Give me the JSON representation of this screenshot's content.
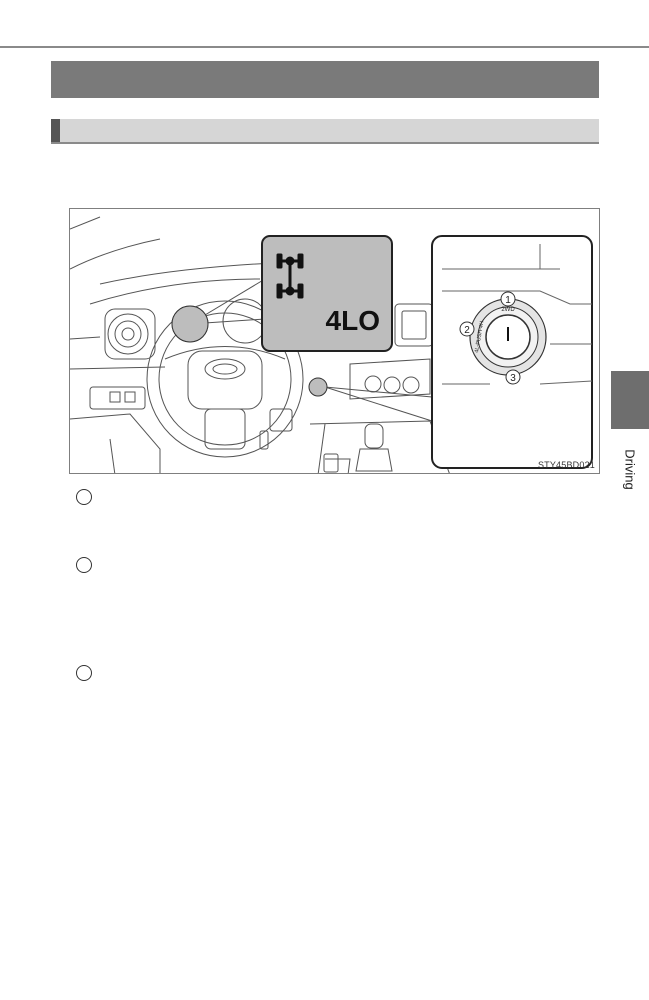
{
  "figure": {
    "code": "STY45BD021",
    "indicator_text": "4LO",
    "switch_labels": {
      "top": "2WD",
      "left": "4L-PUSH-4H"
    },
    "switch_callouts": [
      "1",
      "2",
      "3"
    ]
  },
  "side_tab": {
    "label": "Driving"
  },
  "callout_markers": [
    {
      "id": "1"
    },
    {
      "id": "2"
    },
    {
      "id": "3"
    }
  ],
  "colors": {
    "section_bar": "#7a7a7a",
    "subsection_bar": "#d6d6d6",
    "side_tab": "#6e6e6e",
    "indicator_panel": "#bdbdbd"
  }
}
